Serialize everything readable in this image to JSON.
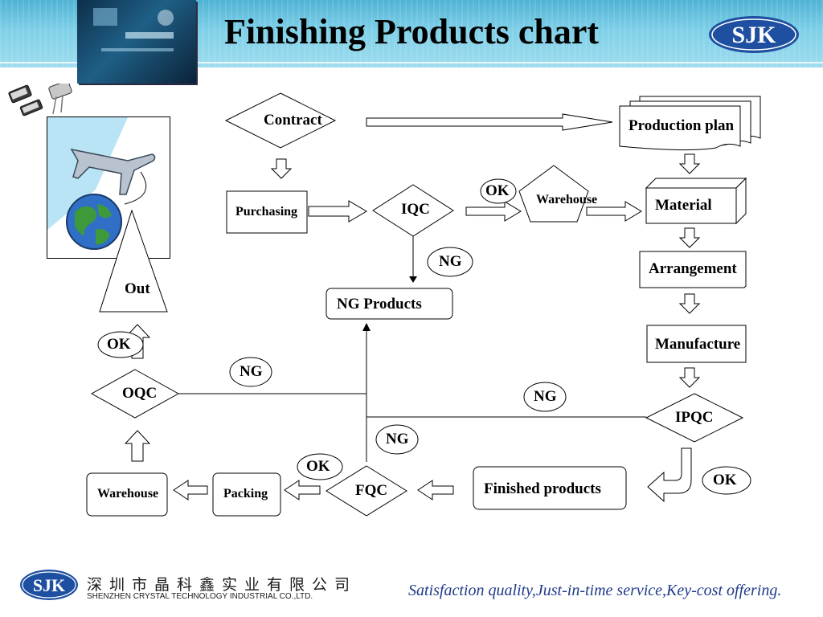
{
  "header": {
    "title": "Finishing Products chart",
    "logo_text": "SJK"
  },
  "nodes": {
    "contract": "Contract",
    "production_plan": "Production plan",
    "purchasing": "Purchasing",
    "iqc": "IQC",
    "warehouse_top": "Warehouse",
    "material": "Material",
    "arrangement": "Arrangement",
    "ng_products": "NG Products",
    "manufacture": "Manufacture",
    "ipqc": "IPQC",
    "finished_products": "Finished products",
    "fqc": "FQC",
    "packing": "Packing",
    "warehouse_bottom": "Warehouse",
    "oqc": "OQC",
    "out": "Out"
  },
  "labels": {
    "ok_iqc": "OK",
    "ng_iqc": "NG",
    "ok_oqc": "OK",
    "ng_oqc": "NG",
    "ng_ipqc": "NG",
    "ng_fqc": "NG",
    "ok_fqc": "OK",
    "ok_ipqc": "OK"
  },
  "footer": {
    "logo_text": "SJK",
    "company_cn": "深圳市晶科鑫实业有限公司",
    "company_en": "SHENZHEN CRYSTAL TECHNOLOGY INDUSTRIAL CO.,LTD.",
    "slogan": "Satisfaction quality,Just-in-time service,Key-cost offering."
  },
  "colors": {
    "banner": "#5bbcd9",
    "logo_blue": "#1e4fa0",
    "slogan": "#1f3a8a"
  }
}
